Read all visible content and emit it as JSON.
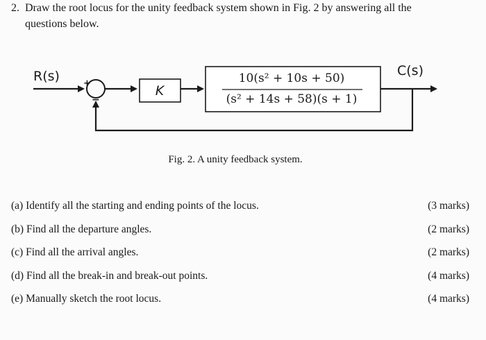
{
  "question": {
    "number": "2.",
    "text_line1": "Draw the root locus for the unity feedback system shown in Fig. 2 by answering all the",
    "text_line2": "questions below."
  },
  "diagram": {
    "input_label": "R(s)",
    "output_label": "C(s)",
    "summer_plus": "+",
    "summer_minus": "−",
    "gain_label": "K",
    "tf_numerator": "10(s² + 10s + 50)",
    "tf_denominator": "(s² + 14s + 58)(s + 1)"
  },
  "caption": "Fig. 2. A unity feedback system.",
  "parts": [
    {
      "text": "(a) Identify all the starting and ending points of the locus.",
      "marks": "(3 marks)"
    },
    {
      "text": "(b) Find all the departure angles.",
      "marks": "(2 marks)"
    },
    {
      "text": "(c) Find all the arrival angles.",
      "marks": "(2 marks)"
    },
    {
      "text": "(d) Find all the break-in and break-out points.",
      "marks": "(4 marks)"
    },
    {
      "text": "(e) Manually sketch the root locus.",
      "marks": "(4 marks)"
    }
  ]
}
